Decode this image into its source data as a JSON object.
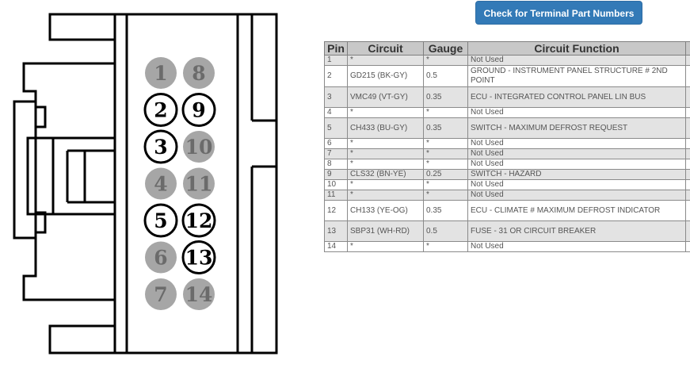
{
  "colors": {
    "button_bg": "#337ab7",
    "used_pin_fill": "#ffffff",
    "unused_pin_fill": "#a6a6a6",
    "header_bg": "#c8c8c8",
    "alt_row_bg": "#e3e3e3"
  },
  "connector": {
    "pins": [
      {
        "number": "1",
        "used": false
      },
      {
        "number": "8",
        "used": false
      },
      {
        "number": "2",
        "used": true
      },
      {
        "number": "9",
        "used": true
      },
      {
        "number": "3",
        "used": true
      },
      {
        "number": "10",
        "used": false
      },
      {
        "number": "4",
        "used": false
      },
      {
        "number": "11",
        "used": false
      },
      {
        "number": "5",
        "used": true
      },
      {
        "number": "12",
        "used": true
      },
      {
        "number": "6",
        "used": false
      },
      {
        "number": "13",
        "used": true
      },
      {
        "number": "7",
        "used": false
      },
      {
        "number": "14",
        "used": false
      }
    ]
  },
  "button": {
    "label": "Check for Terminal Part Numbers"
  },
  "table": {
    "headers": {
      "pin": "Pin",
      "circuit": "Circuit",
      "gauge": "Gauge",
      "function": "Circuit Function"
    },
    "rows": [
      {
        "pin": "1",
        "circuit": "*",
        "gauge": "*",
        "function": "Not Used"
      },
      {
        "pin": "2",
        "circuit": "GD215 (BK-GY)",
        "gauge": "0.5",
        "function": "GROUND - INSTRUMENT PANEL STRUCTURE # 2ND POINT"
      },
      {
        "pin": "3",
        "circuit": "VMC49 (VT-GY)",
        "gauge": "0.35",
        "function": "ECU - INTEGRATED CONTROL PANEL LIN BUS"
      },
      {
        "pin": "4",
        "circuit": "*",
        "gauge": "*",
        "function": "Not Used"
      },
      {
        "pin": "5",
        "circuit": "CH433 (BU-GY)",
        "gauge": "0.35",
        "function": "SWITCH - MAXIMUM DEFROST REQUEST"
      },
      {
        "pin": "6",
        "circuit": "*",
        "gauge": "*",
        "function": "Not Used"
      },
      {
        "pin": "7",
        "circuit": "*",
        "gauge": "*",
        "function": "Not Used"
      },
      {
        "pin": "8",
        "circuit": "*",
        "gauge": "*",
        "function": "Not Used"
      },
      {
        "pin": "9",
        "circuit": "CLS32 (BN-YE)",
        "gauge": "0.25",
        "function": "SWITCH - HAZARD"
      },
      {
        "pin": "10",
        "circuit": "*",
        "gauge": "*",
        "function": "Not Used"
      },
      {
        "pin": "11",
        "circuit": "*",
        "gauge": "*",
        "function": "Not Used"
      },
      {
        "pin": "12",
        "circuit": "CH133 (YE-OG)",
        "gauge": "0.35",
        "function": "ECU - CLIMATE # MAXIMUM DEFROST INDICATOR"
      },
      {
        "pin": "13",
        "circuit": "SBP31 (WH-RD)",
        "gauge": "0.5",
        "function": "FUSE - 31 OR CIRCUIT BREAKER"
      },
      {
        "pin": "14",
        "circuit": "*",
        "gauge": "*",
        "function": "Not Used"
      }
    ]
  }
}
